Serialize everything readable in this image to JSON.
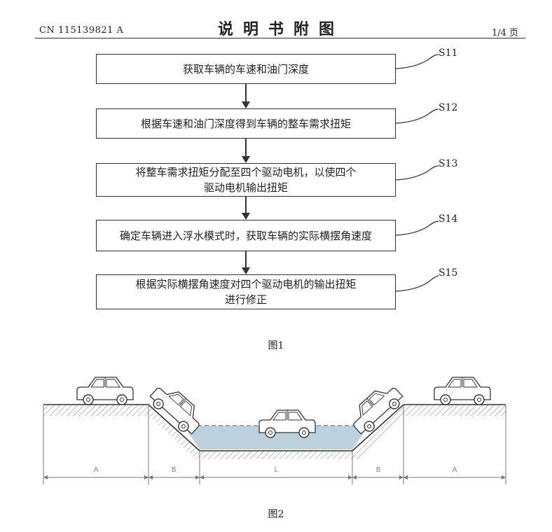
{
  "header": {
    "patent_number": "CN 115139821 A",
    "title": "说明书附图",
    "page": "1/4 页"
  },
  "figure1": {
    "caption": "图1",
    "steps": [
      {
        "label": "S11",
        "lines": [
          "获取车辆的车速和油门深度"
        ]
      },
      {
        "label": "S12",
        "lines": [
          "根据车速和油门深度得到车辆的整车需求扭矩"
        ]
      },
      {
        "label": "S13",
        "lines": [
          "将整车需求扭矩分配至四个驱动电机，以使四个",
          "驱动电机输出扭矩"
        ]
      },
      {
        "label": "S14",
        "lines": [
          "确定车辆进入浮水模式时，获取车辆的实际横摆角速度"
        ]
      },
      {
        "label": "S15",
        "lines": [
          "根据实际横摆角速度对四个驱动电机的输出扭矩",
          "进行修正"
        ]
      }
    ]
  },
  "figure2": {
    "caption": "图2",
    "dimension_labels": [
      "A",
      "B",
      "L",
      "B",
      "A"
    ],
    "colors": {
      "water": "#bcd0de",
      "line": "#444444"
    }
  }
}
